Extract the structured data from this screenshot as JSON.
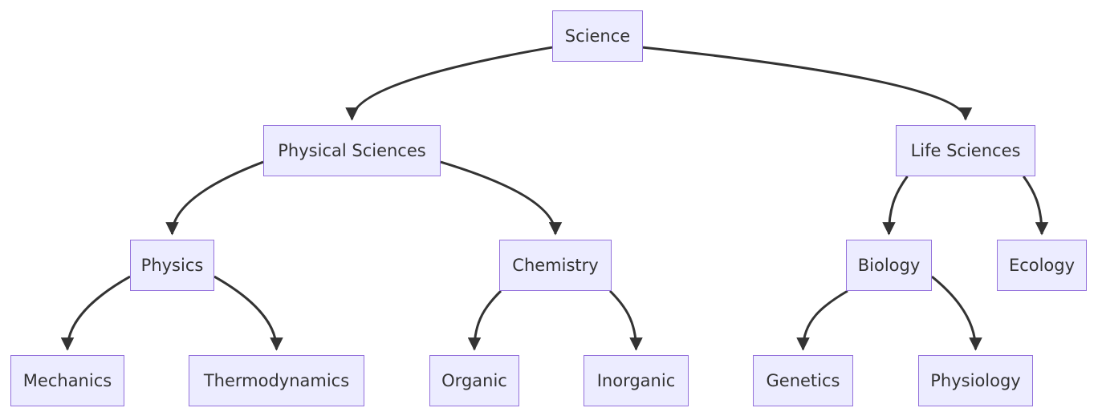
{
  "diagram": {
    "type": "flowchart-tree",
    "colors": {
      "node_fill": "#ECECFF",
      "node_border": "#9370DB",
      "edge": "#333333",
      "text": "#333333"
    },
    "nodes": [
      {
        "id": "science",
        "label": "Science"
      },
      {
        "id": "physical",
        "label": "Physical Sciences"
      },
      {
        "id": "life",
        "label": "Life Sciences"
      },
      {
        "id": "physics",
        "label": "Physics"
      },
      {
        "id": "chemistry",
        "label": "Chemistry"
      },
      {
        "id": "biology",
        "label": "Biology"
      },
      {
        "id": "ecology",
        "label": "Ecology"
      },
      {
        "id": "mechanics",
        "label": "Mechanics"
      },
      {
        "id": "thermo",
        "label": "Thermodynamics"
      },
      {
        "id": "organic",
        "label": "Organic"
      },
      {
        "id": "inorganic",
        "label": "Inorganic"
      },
      {
        "id": "genetics",
        "label": "Genetics"
      },
      {
        "id": "physiology",
        "label": "Physiology"
      }
    ],
    "edges": [
      {
        "from": "science",
        "to": "physical"
      },
      {
        "from": "science",
        "to": "life"
      },
      {
        "from": "physical",
        "to": "physics"
      },
      {
        "from": "physical",
        "to": "chemistry"
      },
      {
        "from": "life",
        "to": "biology"
      },
      {
        "from": "life",
        "to": "ecology"
      },
      {
        "from": "physics",
        "to": "mechanics"
      },
      {
        "from": "physics",
        "to": "thermo"
      },
      {
        "from": "chemistry",
        "to": "organic"
      },
      {
        "from": "chemistry",
        "to": "inorganic"
      },
      {
        "from": "biology",
        "to": "genetics"
      },
      {
        "from": "biology",
        "to": "physiology"
      }
    ]
  }
}
